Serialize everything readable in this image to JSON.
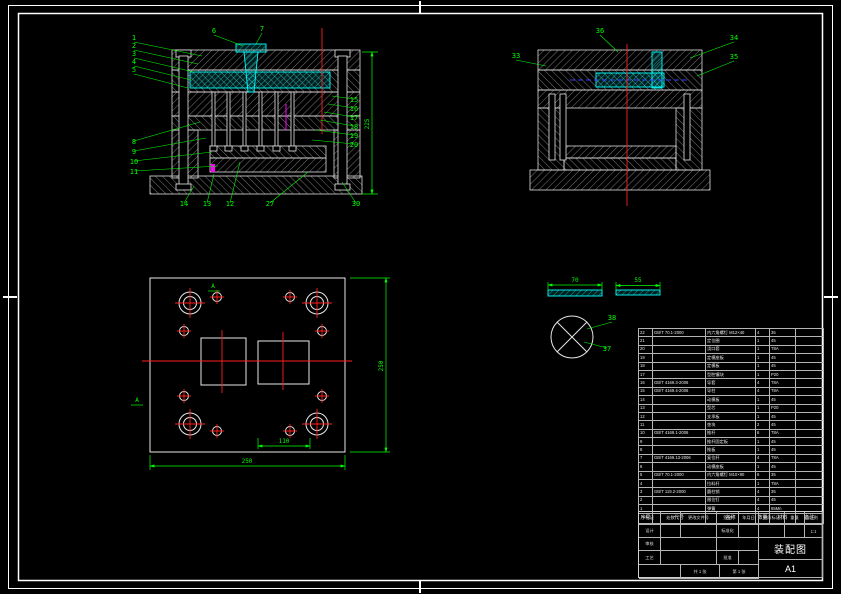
{
  "canvas": {
    "bg": "#000000",
    "line_color": "#ffffff",
    "dimension_color": "#00ff00",
    "centerline_color": "#ff0000",
    "highlight_color": "#00ffff",
    "magenta_color": "#ff00ff",
    "hidden_line_color": "#3c3cff"
  },
  "views": {
    "section_front": {
      "callouts": [
        "1",
        "2",
        "3",
        "4",
        "5",
        "6",
        "7",
        "8",
        "9",
        "10",
        "11",
        "14",
        "13",
        "12",
        "27",
        "30",
        "15",
        "16",
        "17",
        "18",
        "19",
        "20"
      ],
      "dim_height": "225"
    },
    "section_side": {
      "callouts": [
        "33",
        "36",
        "34",
        "35"
      ]
    },
    "plan": {
      "dim_bottom": "250",
      "dim_right": "250",
      "dim_inner": "110",
      "section_mark_1": "A",
      "section_mark_2": "A"
    },
    "details": {
      "callouts": [
        "38",
        "37"
      ],
      "dim_part1": "70",
      "dim_part2": "55"
    }
  },
  "bom": {
    "headers": [
      "序号",
      "代号",
      "名称",
      "数量",
      "材料",
      "备注"
    ],
    "rows": [
      [
        "22",
        "GB/T 70.1-2000",
        "内六角螺钉 M12×40",
        "4",
        "35",
        ""
      ],
      [
        "21",
        "",
        "定位圈",
        "1",
        "45",
        ""
      ],
      [
        "20",
        "",
        "浇口套",
        "1",
        "T8A",
        ""
      ],
      [
        "19",
        "",
        "定模座板",
        "1",
        "45",
        ""
      ],
      [
        "18",
        "",
        "定模板",
        "1",
        "45",
        ""
      ],
      [
        "17",
        "",
        "型腔镶块",
        "1",
        "P20",
        ""
      ],
      [
        "16",
        "GB/T 4169.3-2006",
        "导套",
        "4",
        "T8A",
        ""
      ],
      [
        "15",
        "GB/T 4169.4-2006",
        "导柱",
        "4",
        "T8A",
        ""
      ],
      [
        "14",
        "",
        "动模板",
        "1",
        "45",
        ""
      ],
      [
        "13",
        "",
        "型芯",
        "1",
        "P20",
        ""
      ],
      [
        "12",
        "",
        "支承板",
        "1",
        "45",
        ""
      ],
      [
        "11",
        "",
        "垫块",
        "2",
        "45",
        ""
      ],
      [
        "10",
        "GB/T 4169.1-2006",
        "推杆",
        "6",
        "T8A",
        ""
      ],
      [
        "9",
        "",
        "推杆固定板",
        "1",
        "45",
        ""
      ],
      [
        "8",
        "",
        "推板",
        "1",
        "45",
        ""
      ],
      [
        "7",
        "GB/T 4169.13-2006",
        "复位杆",
        "4",
        "T8A",
        ""
      ],
      [
        "6",
        "",
        "动模座板",
        "1",
        "45",
        ""
      ],
      [
        "5",
        "GB/T 70.1-2000",
        "内六角螺钉 M10×90",
        "6",
        "35",
        ""
      ],
      [
        "4",
        "",
        "拉料杆",
        "1",
        "T8A",
        ""
      ],
      [
        "3",
        "GB/T 119.2-2000",
        "圆柱销",
        "4",
        "35",
        ""
      ],
      [
        "2",
        "",
        "限位钉",
        "4",
        "45",
        ""
      ],
      [
        "1",
        "",
        "弹簧",
        "4",
        "65Mn",
        ""
      ]
    ]
  },
  "title_block": {
    "mark": "标记",
    "count": "处数",
    "change_doc": "更改文件号",
    "sign": "签名",
    "date": "年月日",
    "design": "设计",
    "standardization": "标准化",
    "check": "审核",
    "process": "工艺",
    "approve": "批准",
    "stage_mark": "阶段标记",
    "weight": "重量",
    "scale_label": "比例",
    "scale_value": "1:1",
    "sheets": "共 1 张",
    "sheet_no": "第 1 张",
    "title": "装配图",
    "size": "A1"
  }
}
